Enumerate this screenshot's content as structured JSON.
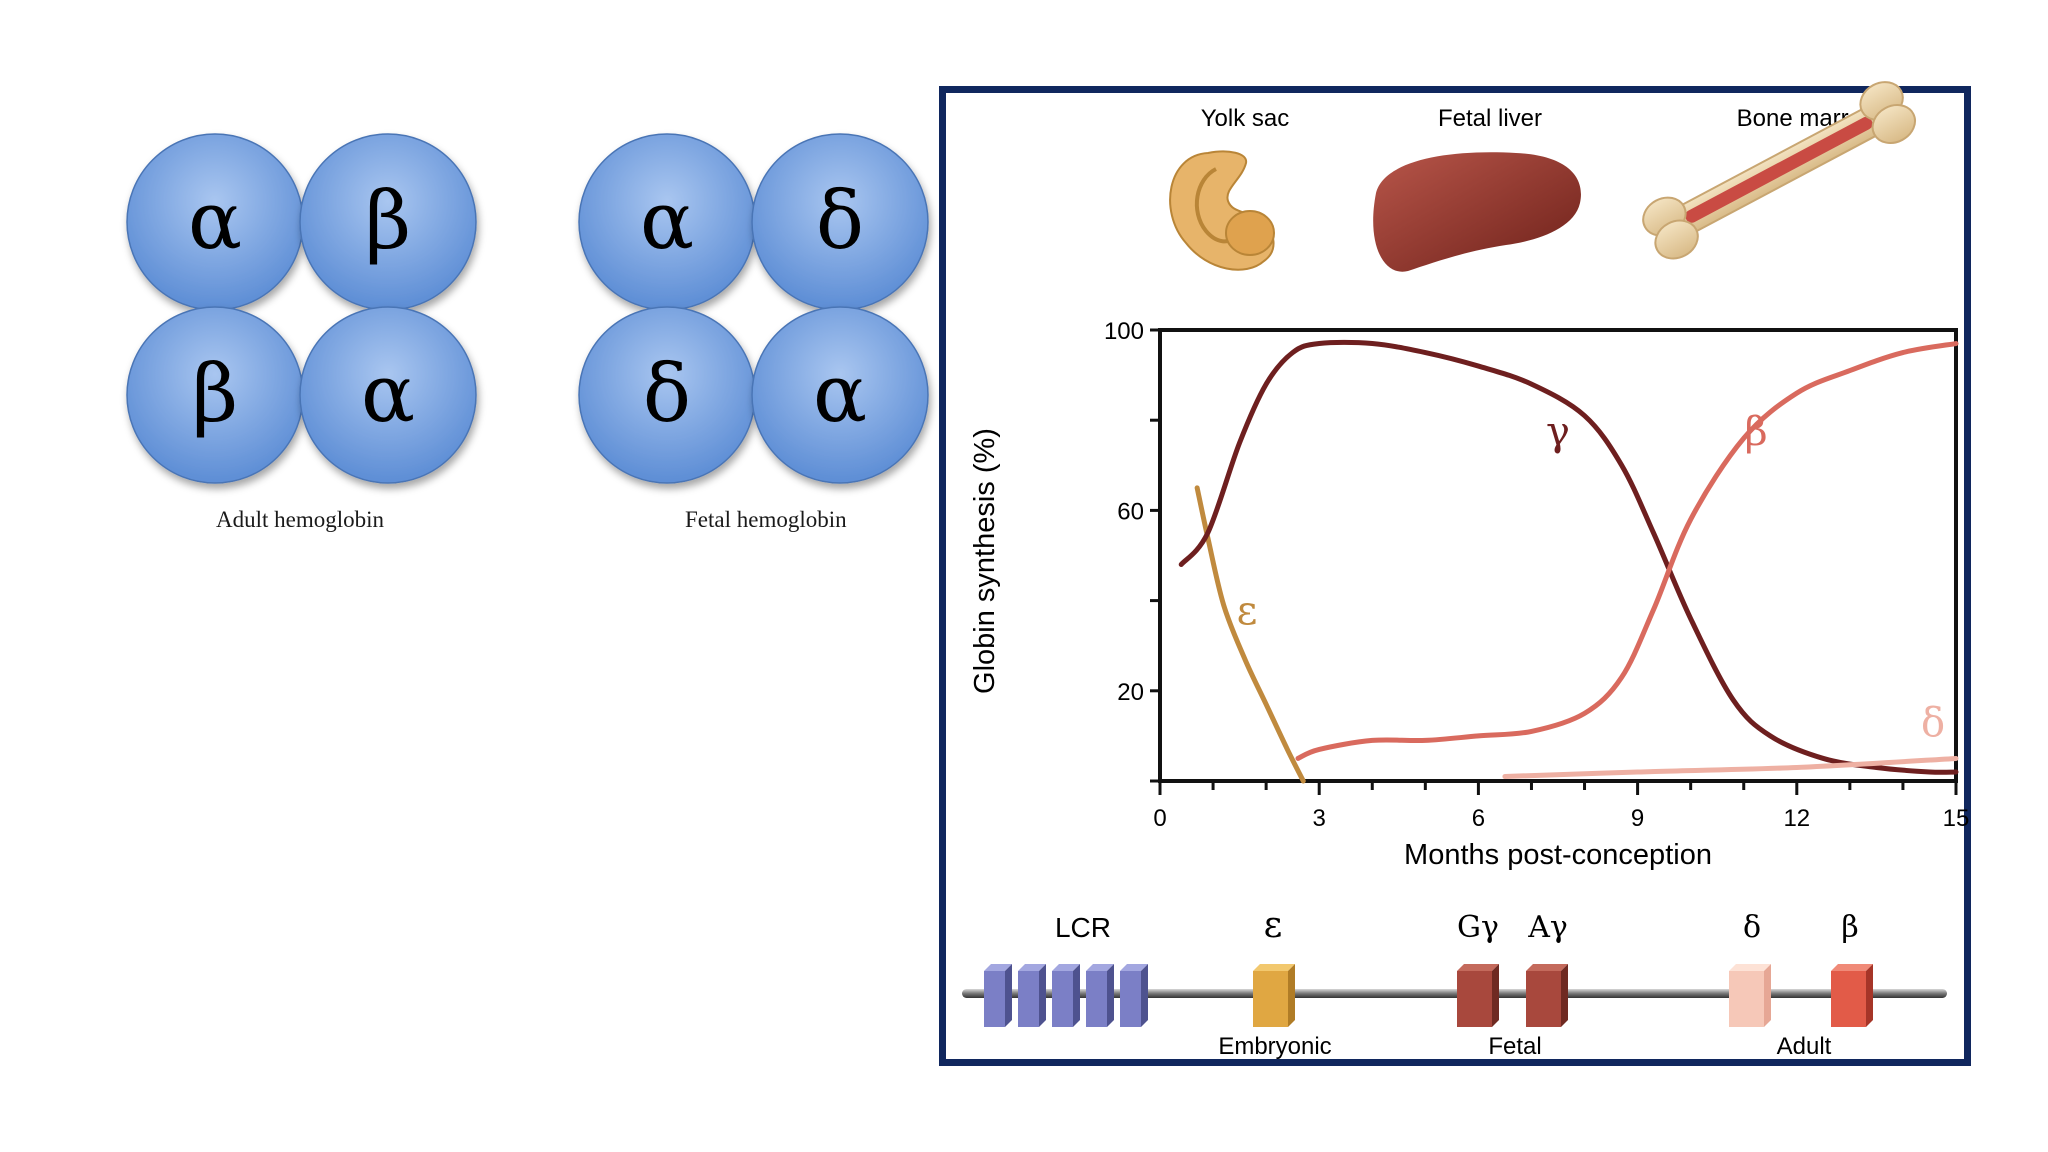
{
  "hemoglobin": {
    "adult": {
      "caption": "Adult hemoglobin",
      "subunits": [
        "α",
        "β",
        "β",
        "α"
      ]
    },
    "fetal": {
      "caption": "Fetal hemoglobin",
      "subunits": [
        "α",
        "δ",
        "δ",
        "α"
      ]
    }
  },
  "sites": [
    "Yolk sac",
    "Fetal liver",
    "Bone marrow"
  ],
  "chart_data": {
    "type": "line",
    "title": "",
    "xlabel": "Months post-conception",
    "ylabel": "Globin synthesis (%)",
    "xlim": [
      0,
      15
    ],
    "ylim": [
      0,
      100
    ],
    "xticks": [
      0,
      3,
      6,
      9,
      12,
      15
    ],
    "yticks": [
      20,
      60,
      100
    ],
    "series": [
      {
        "name": "ε",
        "color": "#c08a3e",
        "x": [
          0.7,
          0.9,
          1.2,
          1.6,
          2.0,
          2.4,
          2.7
        ],
        "y": [
          65,
          54,
          39,
          27,
          17,
          7,
          0
        ]
      },
      {
        "name": "γ",
        "color": "#6e1f1f",
        "x": [
          0.4,
          0.9,
          1.5,
          2.0,
          2.5,
          3.0,
          4.0,
          5.0,
          6.0,
          7.0,
          8.0,
          8.7,
          9.3,
          10.0,
          10.8,
          11.5,
          12.5,
          13.5,
          14.5,
          15.0
        ],
        "y": [
          48,
          55,
          75,
          88,
          95,
          97,
          97,
          95,
          92,
          88,
          81,
          70,
          55,
          36,
          18,
          10,
          5,
          3,
          2,
          2
        ]
      },
      {
        "name": "β",
        "color": "#d96a5e",
        "x": [
          2.6,
          3.0,
          4.0,
          5.0,
          6.0,
          7.0,
          8.0,
          8.7,
          9.3,
          10.0,
          11.0,
          12.0,
          13.0,
          14.0,
          15.0
        ],
        "y": [
          5,
          7,
          9,
          9,
          10,
          11,
          15,
          23,
          38,
          58,
          76,
          86,
          91,
          95,
          97
        ]
      },
      {
        "name": "δ",
        "color": "#eeb0a3",
        "x": [
          6.5,
          9.0,
          12.0,
          15.0
        ],
        "y": [
          1,
          2,
          3,
          5
        ]
      }
    ]
  },
  "gene_map": {
    "labels": [
      "LCR",
      "ε",
      "Gγ",
      "Aγ",
      "δ",
      "β"
    ],
    "groups": [
      "Embryonic",
      "Fetal",
      "Adult"
    ],
    "colors": {
      "lcr": "#7b7fc6",
      "epsilon": "#e0a742",
      "gamma": "#a8483d",
      "delta": "#f6c8b8",
      "beta": "#e25b48"
    }
  },
  "colors": {
    "subunit_fill": "#78a3e2",
    "frame_border": "#10275e"
  }
}
